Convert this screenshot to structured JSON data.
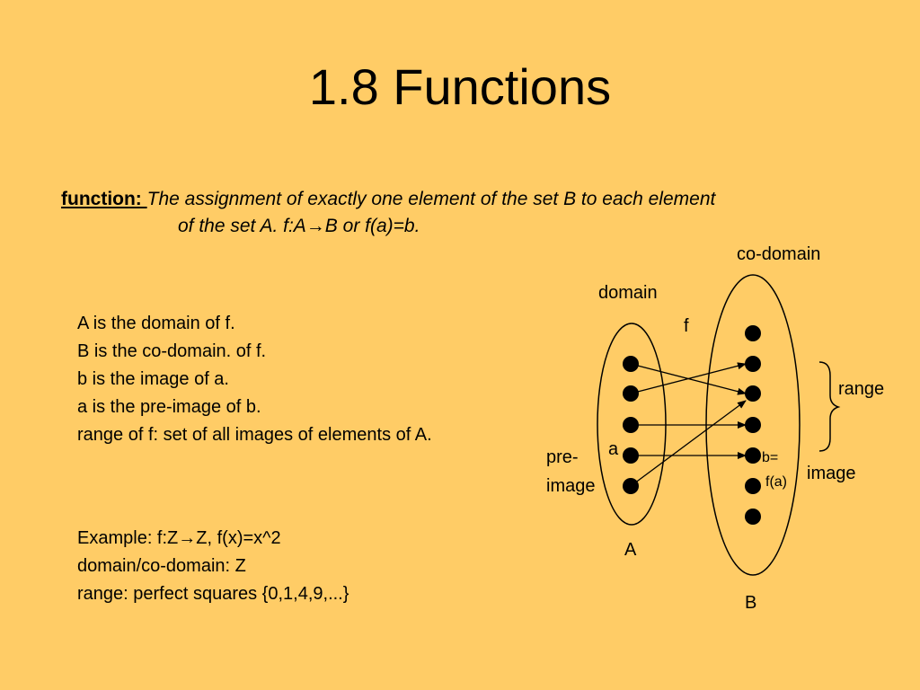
{
  "slide": {
    "title": "1.8 Functions",
    "definition": {
      "term": "function: ",
      "line1": "The assignment of exactly one element of the set B to each element",
      "line2_pre": "of the set A. f:A",
      "arrow": "→",
      "line2_post": "B or f(a)=b."
    },
    "facts": [
      "A is the domain of f.",
      "B is the co-domain.  of f.",
      "b is the image of a.",
      "a is the pre-image of b.",
      "range of f: set of all images of elements of A."
    ],
    "example": {
      "line1_pre": "Example: f:Z",
      "arrow": "→",
      "line1_post": "Z, f(x)=x^2",
      "line2": "domain/co-domain: Z",
      "line3": "range: perfect squares {0,1,4,9,...}"
    }
  },
  "diagram": {
    "label_codomain": "co-domain",
    "label_domain": "domain",
    "label_f": "f",
    "label_range": "range",
    "label_a": "a",
    "label_b_line1": "b=",
    "label_b_line2": "f(a)",
    "label_image": "image",
    "label_preimage_line1": "pre-",
    "label_preimage_line2": "image",
    "label_set_a": "A",
    "label_set_b": "B"
  }
}
